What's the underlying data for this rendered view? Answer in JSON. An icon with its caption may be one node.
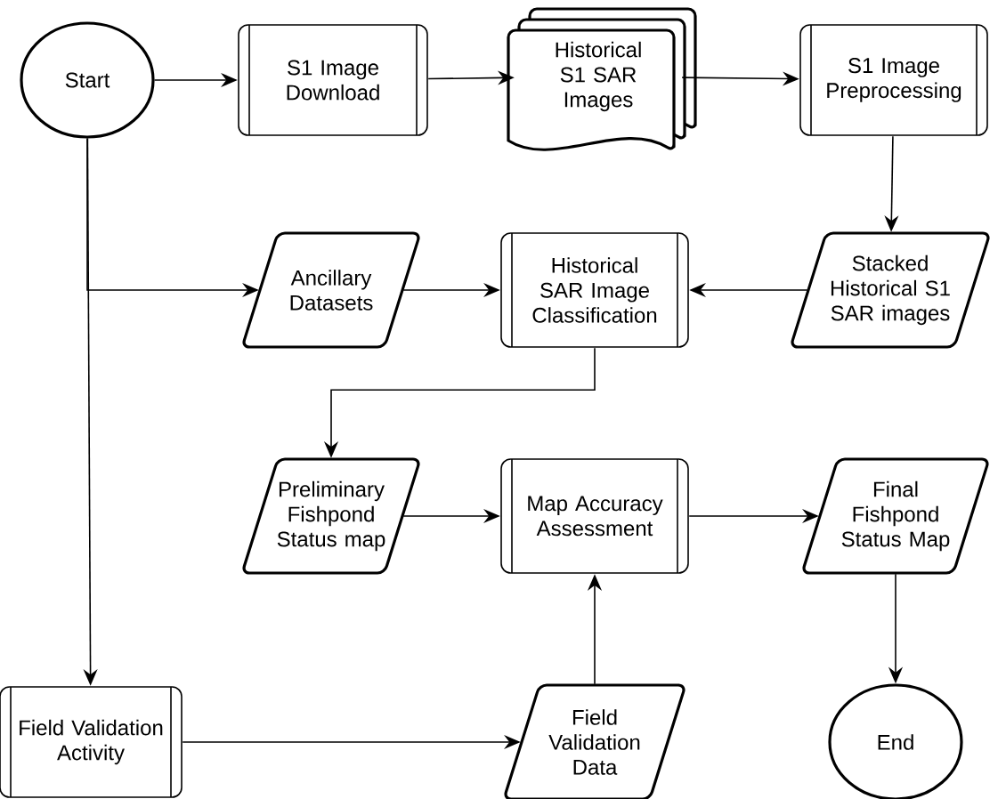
{
  "diagram": {
    "nodes": [
      {
        "text": [
          "Start"
        ]
      },
      {
        "text": [
          "S1 Image Download"
        ]
      },
      {
        "text": [
          "Historical S1 SAR Images"
        ]
      },
      {
        "text": [
          "S1 Image Preprocessing"
        ]
      },
      {
        "text": [
          "Ancillary Datasets"
        ]
      },
      {
        "text": [
          "Historical SAR Image Classification"
        ]
      },
      {
        "text": [
          "Stacked Historical S1 SAR images"
        ]
      },
      {
        "text": [
          "Preliminary Fishpond Status map"
        ]
      },
      {
        "text": [
          "Map Accuracy Assessment"
        ]
      },
      {
        "text": [
          "Final Fishpond Status Map"
        ]
      },
      {
        "text": [
          "Field Validation Activity"
        ]
      },
      {
        "text": [
          "Field Validation Data"
        ]
      },
      {
        "text": [
          "End"
        ]
      }
    ],
    "edges": [
      {
        "from": 0,
        "to": 1,
        "arrow": "to"
      },
      {
        "from": 1,
        "to": 2,
        "arrow": "to"
      },
      {
        "from": 2,
        "to": 3,
        "arrow": "to"
      },
      {
        "from": 3,
        "to": 6,
        "arrow": "to"
      },
      {
        "from": 0,
        "to": 4,
        "arrow": "to"
      },
      {
        "from": 4,
        "to": 5,
        "arrow": "to"
      },
      {
        "from": 6,
        "to": 5,
        "arrow": "to"
      },
      {
        "from": 5,
        "to": 7,
        "arrow": "to"
      },
      {
        "from": 7,
        "to": 8,
        "arrow": "to"
      },
      {
        "from": 8,
        "to": 9,
        "arrow": "to"
      },
      {
        "from": 9,
        "to": 12,
        "arrow": "to"
      },
      {
        "from": 0,
        "to": 10,
        "arrow": "to"
      },
      {
        "from": 10,
        "to": 11,
        "arrow": "to"
      },
      {
        "from": 11,
        "to": 8,
        "arrow": "to"
      }
    ]
  }
}
